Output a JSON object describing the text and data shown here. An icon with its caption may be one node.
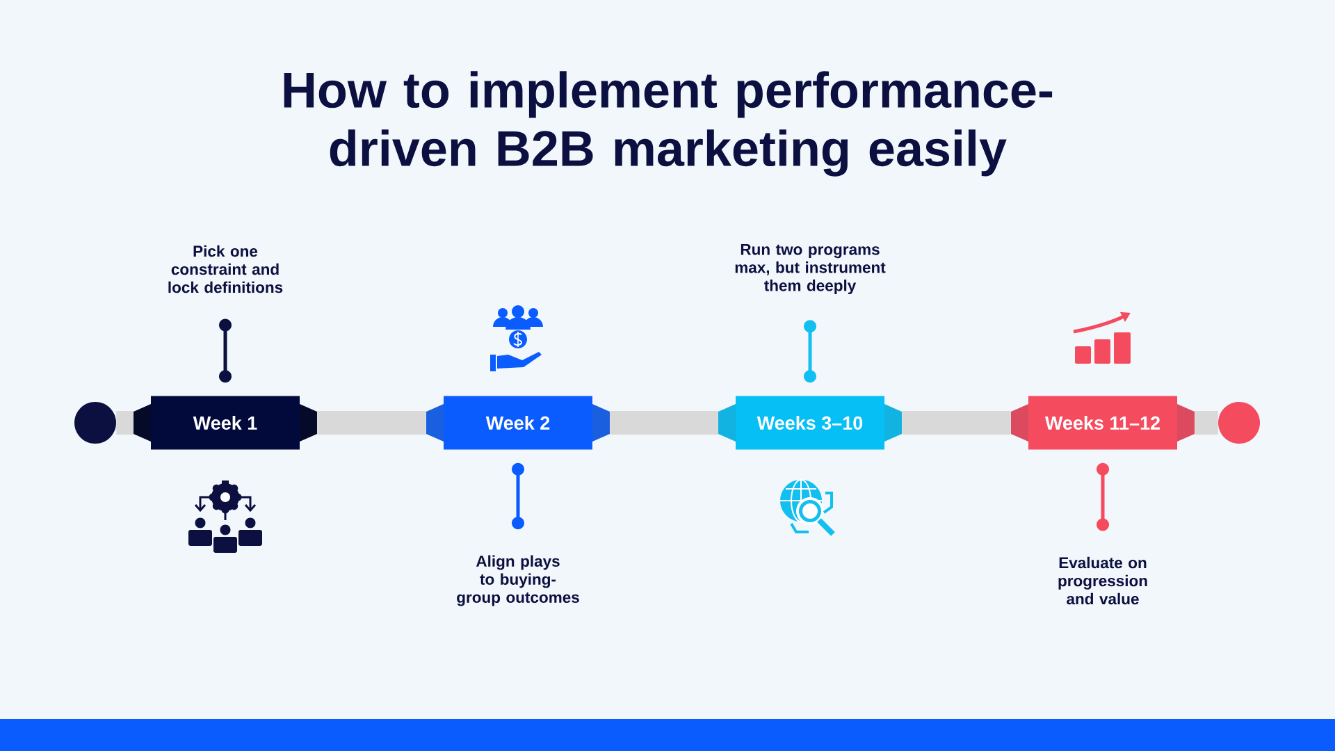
{
  "diagram": {
    "title": "How to implement performance-driven B2B marketing easily",
    "nodes": [
      {
        "text": [],
        "shape": "circle"
      },
      {
        "text": [
          "Week 1"
        ]
      },
      {
        "text": [
          "Week 2"
        ]
      },
      {
        "text": [
          "Weeks 3–10"
        ]
      },
      {
        "text": [
          "Weeks 11–12"
        ]
      },
      {
        "text": [],
        "shape": "circle"
      },
      {
        "text": [
          "Pick one constraint and lock definitions"
        ]
      },
      {
        "text": [
          "Align plays to buying-group outcomes"
        ]
      },
      {
        "text": [
          "Run two programs max, but instrument them deeply"
        ]
      },
      {
        "text": [
          "Evaluate on progression and value"
        ]
      }
    ],
    "edges": [
      {
        "from": 0,
        "to": 1,
        "arrow": "none"
      },
      {
        "from": 1,
        "to": 2,
        "arrow": "none"
      },
      {
        "from": 2,
        "to": 3,
        "arrow": "none"
      },
      {
        "from": 3,
        "to": 4,
        "arrow": "none"
      },
      {
        "from": 4,
        "to": 5,
        "arrow": "none"
      },
      {
        "from": 6,
        "to": 1,
        "arrow": "other",
        "color": "#0b1040"
      },
      {
        "from": 7,
        "to": 2,
        "arrow": "other",
        "color": "#0a5cff"
      },
      {
        "from": 8,
        "to": 3,
        "arrow": "other",
        "color": "#12bff0"
      },
      {
        "from": 9,
        "to": 4,
        "arrow": "other",
        "color": "#f54b5e"
      }
    ]
  }
}
